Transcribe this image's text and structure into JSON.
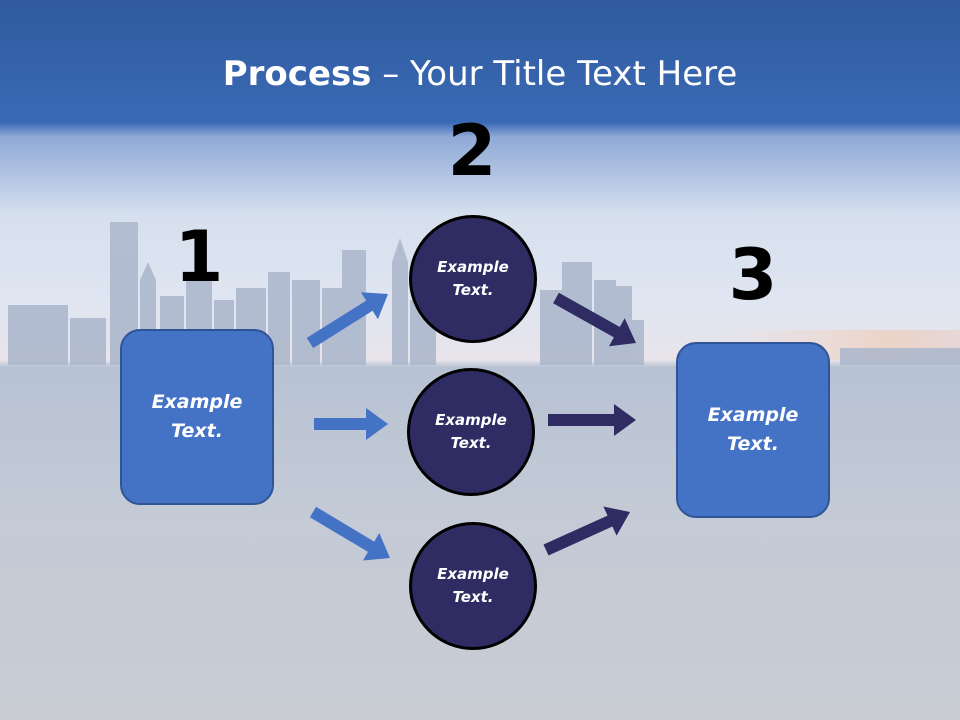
{
  "title": {
    "bold": "Process",
    "rest": " – Your Title Text Here"
  },
  "colors": {
    "header": "#3a6ab5",
    "box_fill": "#4472c4",
    "circle_fill": "#2e2c63",
    "arrow_left": "#4472c4",
    "arrow_right": "#2e2c63"
  },
  "steps": {
    "one": {
      "number": "1",
      "label": "Example\nText."
    },
    "two": {
      "number": "2",
      "items": [
        {
          "label": "Example\nText."
        },
        {
          "label": "Example\nText."
        },
        {
          "label": "Example\nText."
        }
      ]
    },
    "three": {
      "number": "3",
      "label": "Example\nText."
    }
  }
}
